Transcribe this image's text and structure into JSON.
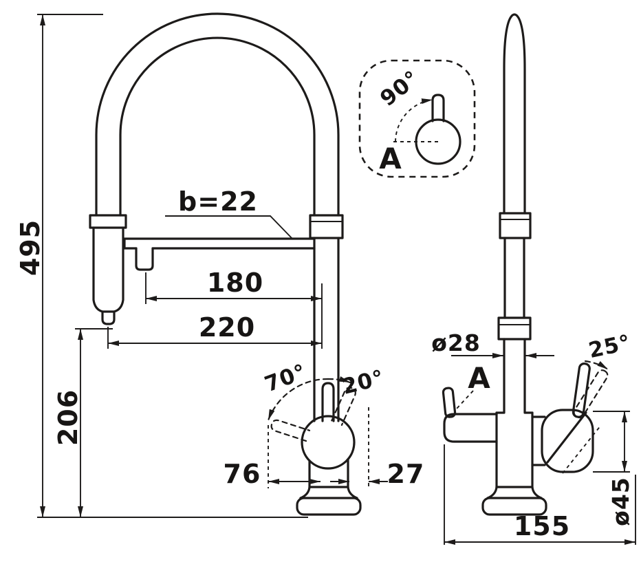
{
  "colors": {
    "line": "#1d1b1a",
    "background": "#ffffff"
  },
  "front_view": {
    "overall_height": "495",
    "spray_head_height": "206",
    "hose_width": "b=22",
    "aerator_reach": "180",
    "spout_reach": "220",
    "handle_angle_left": "70°",
    "handle_angle_right": "20°",
    "handle_travel_left": "76",
    "handle_travel_right": "27"
  },
  "detail_view": {
    "rotation_angle": "90°",
    "label": "A"
  },
  "side_view": {
    "column_diameter": "ø28",
    "section_label": "A",
    "handle_angle": "25°",
    "joint_diameter": "ø45",
    "base_depth": "155"
  }
}
